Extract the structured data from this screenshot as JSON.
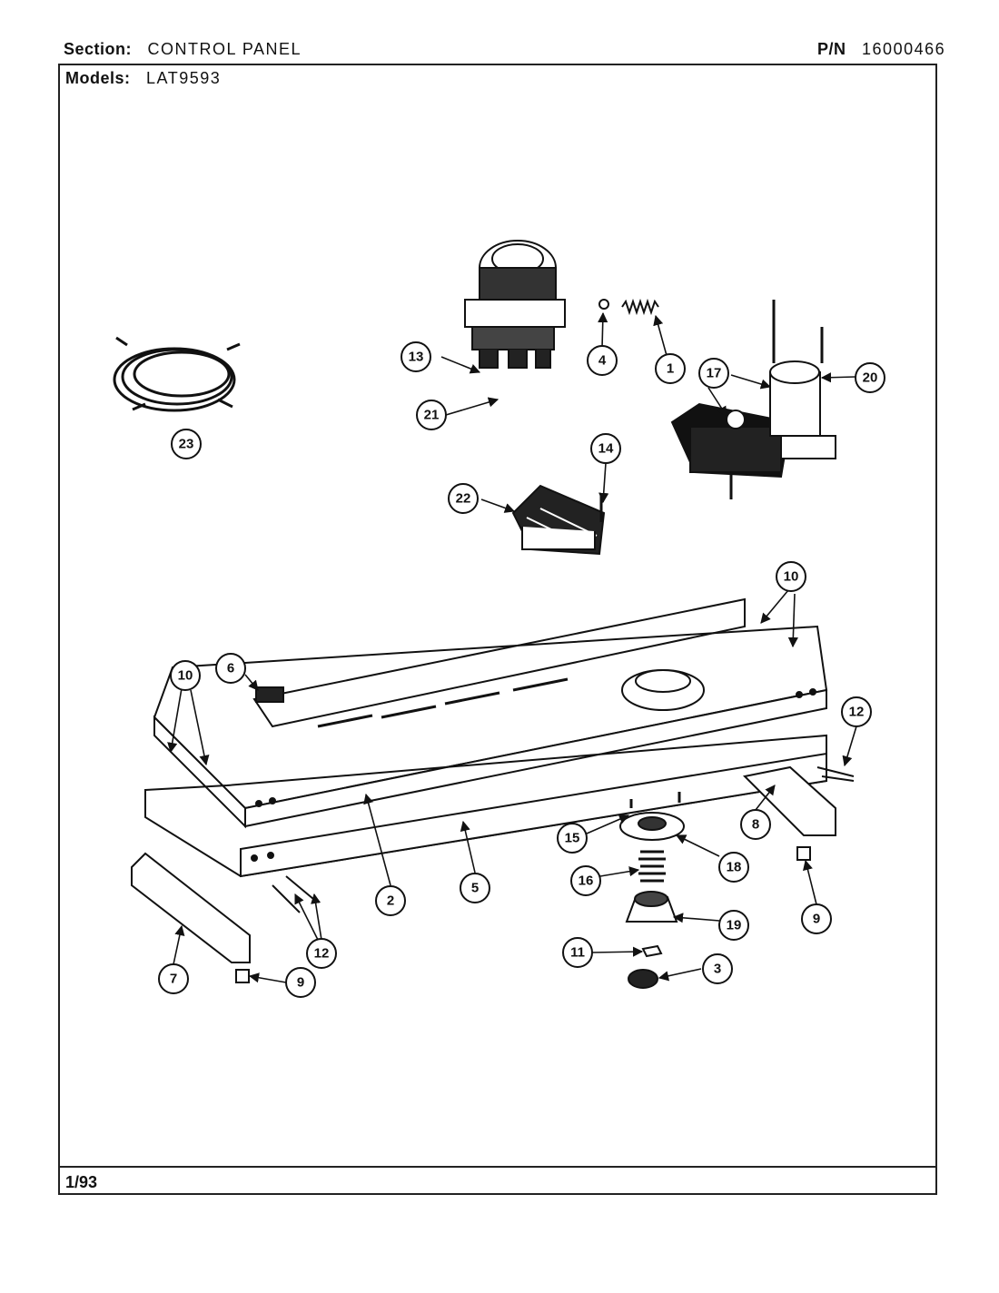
{
  "header": {
    "section_label": "Section:",
    "section_value": "CONTROL PANEL",
    "pn_label": "P/N",
    "pn_value": "16000466",
    "models_label": "Models:",
    "models_value": "LAT9593"
  },
  "footer": {
    "date": "1/93"
  },
  "callouts": [
    {
      "id": "c1",
      "label": "1"
    },
    {
      "id": "c2",
      "label": "2"
    },
    {
      "id": "c3",
      "label": "3"
    },
    {
      "id": "c4",
      "label": "4"
    },
    {
      "id": "c5",
      "label": "5"
    },
    {
      "id": "c6",
      "label": "6"
    },
    {
      "id": "c7",
      "label": "7"
    },
    {
      "id": "c8",
      "label": "8"
    },
    {
      "id": "c9a",
      "label": "9"
    },
    {
      "id": "c9b",
      "label": "9"
    },
    {
      "id": "c10a",
      "label": "10"
    },
    {
      "id": "c10b",
      "label": "10"
    },
    {
      "id": "c11",
      "label": "11"
    },
    {
      "id": "c12a",
      "label": "12"
    },
    {
      "id": "c12b",
      "label": "12"
    },
    {
      "id": "c13",
      "label": "13"
    },
    {
      "id": "c14",
      "label": "14"
    },
    {
      "id": "c15",
      "label": "15"
    },
    {
      "id": "c16",
      "label": "16"
    },
    {
      "id": "c17",
      "label": "17"
    },
    {
      "id": "c18",
      "label": "18"
    },
    {
      "id": "c19",
      "label": "19"
    },
    {
      "id": "c20",
      "label": "20"
    },
    {
      "id": "c21",
      "label": "21"
    },
    {
      "id": "c22",
      "label": "22"
    },
    {
      "id": "c23",
      "label": "23"
    }
  ]
}
